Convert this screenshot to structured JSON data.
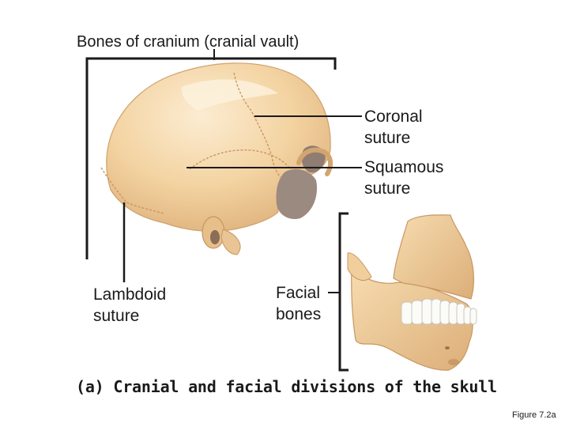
{
  "labels": {
    "cranium": "Bones of cranium (cranial vault)",
    "coronal": [
      "Coronal",
      "suture"
    ],
    "squamous": [
      "Squamous",
      "suture"
    ],
    "lambdoid": [
      "Lambdoid",
      "suture"
    ],
    "facial": [
      "Facial",
      "bones"
    ]
  },
  "caption": "(a) Cranial and facial divisions of the skull",
  "figure_number": "Figure 7.2a",
  "colors": {
    "bone": "#f3d4a4",
    "bone_light": "#f9e6c6",
    "bone_shadow": "#d9ad74",
    "cavity": "#8f7d73",
    "teeth": "#fbfbf8",
    "leader_line": "#1a1a1a"
  }
}
